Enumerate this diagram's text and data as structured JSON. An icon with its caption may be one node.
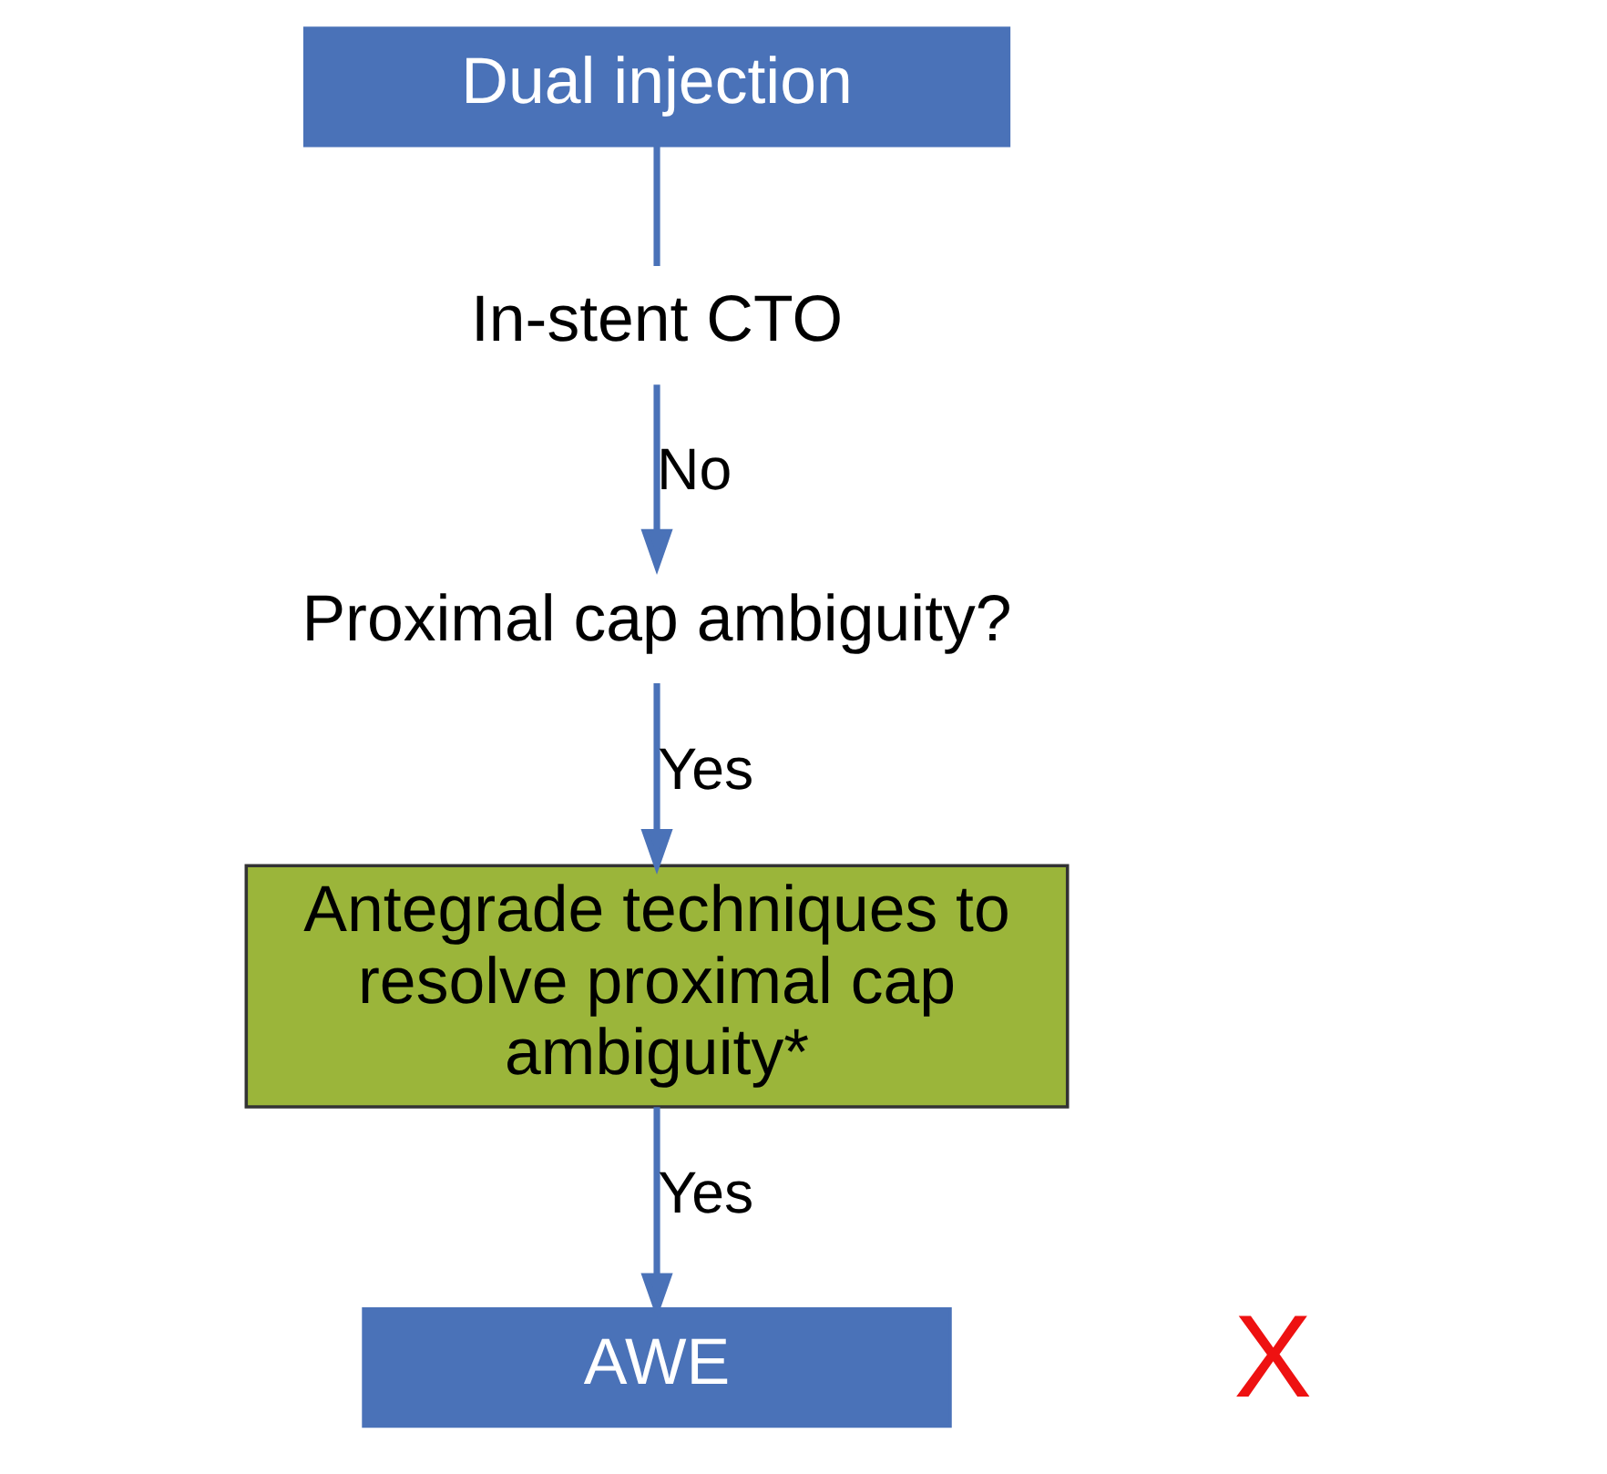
{
  "diagram": {
    "nodes": [
      {
        "text": [
          "Dual injection"
        ]
      },
      {
        "text": [
          "In-stent CTO"
        ]
      },
      {
        "text": [
          "Proximal cap ambiguity?"
        ]
      },
      {
        "text": [
          "Antegrade techniques to resolve proximal cap ambiguity*"
        ]
      },
      {
        "text": [
          "AWE"
        ]
      }
    ],
    "edges": [
      {
        "from": 0,
        "to": 1,
        "arrow": "none"
      },
      {
        "from": 1,
        "to": 2,
        "arrow": "to",
        "label": "No"
      },
      {
        "from": 2,
        "to": 3,
        "arrow": "to",
        "label": "Yes"
      },
      {
        "from": 3,
        "to": 4,
        "arrow": "to",
        "label": "Yes"
      }
    ],
    "labels": [
      "X"
    ]
  }
}
